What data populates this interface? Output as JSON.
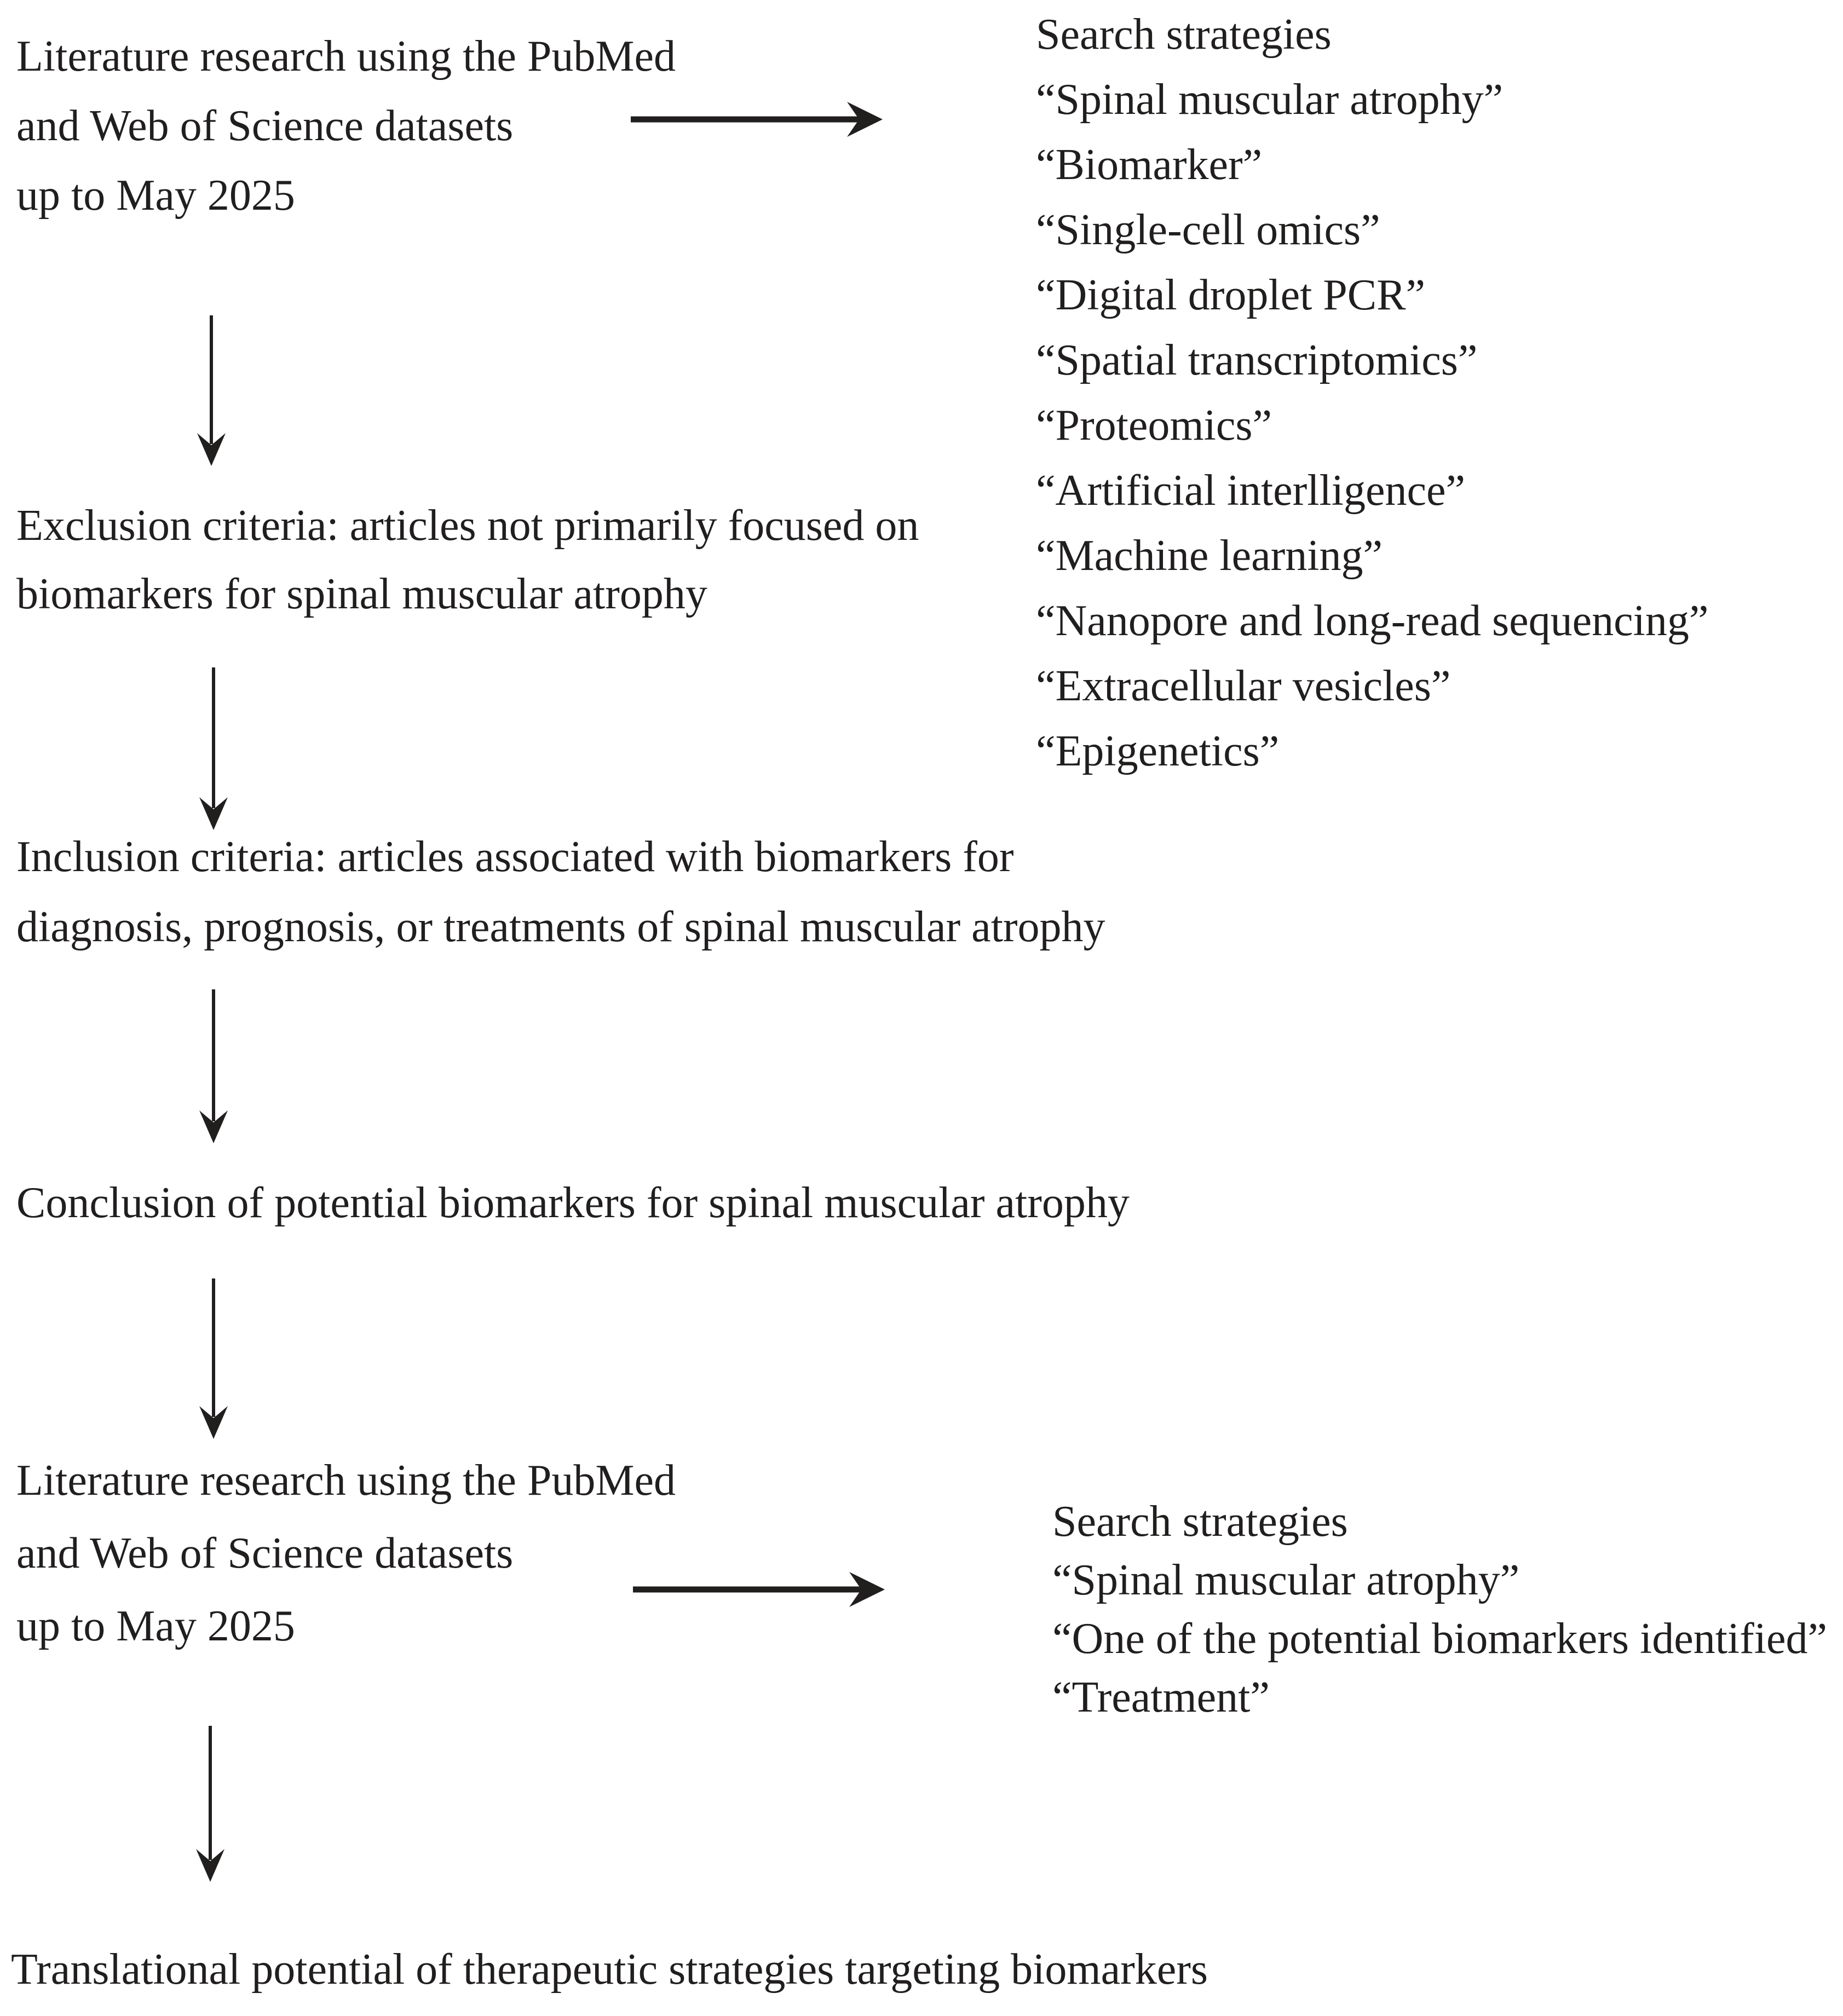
{
  "figure": {
    "background_color": "#ffffff",
    "ink_color": "#211e1e"
  },
  "flow": {
    "literature_search_1": {
      "lines": [
        "Literature research using the PubMed",
        "and Web of Science datasets",
        "up to May 2025"
      ]
    },
    "exclusion_criteria": {
      "lines": [
        "Exclusion criteria: articles not primarily focused on",
        "biomarkers for spinal muscular atrophy"
      ]
    },
    "inclusion_criteria": {
      "lines": [
        "Inclusion criteria: articles associated with biomarkers for",
        "diagnosis, prognosis, or treatments of spinal muscular atrophy"
      ]
    },
    "conclusion": {
      "text": "Conclusion of potential biomarkers for spinal muscular atrophy"
    },
    "literature_search_2": {
      "lines": [
        "Literature research using the PubMed",
        "and Web of Science datasets",
        "up to May 2025"
      ]
    },
    "translational": {
      "text": "Translational potential of therapeutic strategies targeting biomarkers"
    }
  },
  "search_strategies_1": {
    "title": "Search strategies",
    "items": [
      "“Spinal muscular atrophy”",
      "“Biomarker”",
      "“Single-cell omics”",
      "“Digital droplet PCR”",
      "“Spatial transcriptomics”",
      "“Proteomics”",
      "“Artificial interlligence”",
      "“Machine learning”",
      "“Nanopore and long-read sequencing”",
      "“Extracellular vesicles”",
      "“Epigenetics”"
    ]
  },
  "search_strategies_2": {
    "title": "Search strategies",
    "items": [
      "“Spinal muscular atrophy”",
      "“One of the potential biomarkers identified”",
      "“Treatment”"
    ]
  }
}
